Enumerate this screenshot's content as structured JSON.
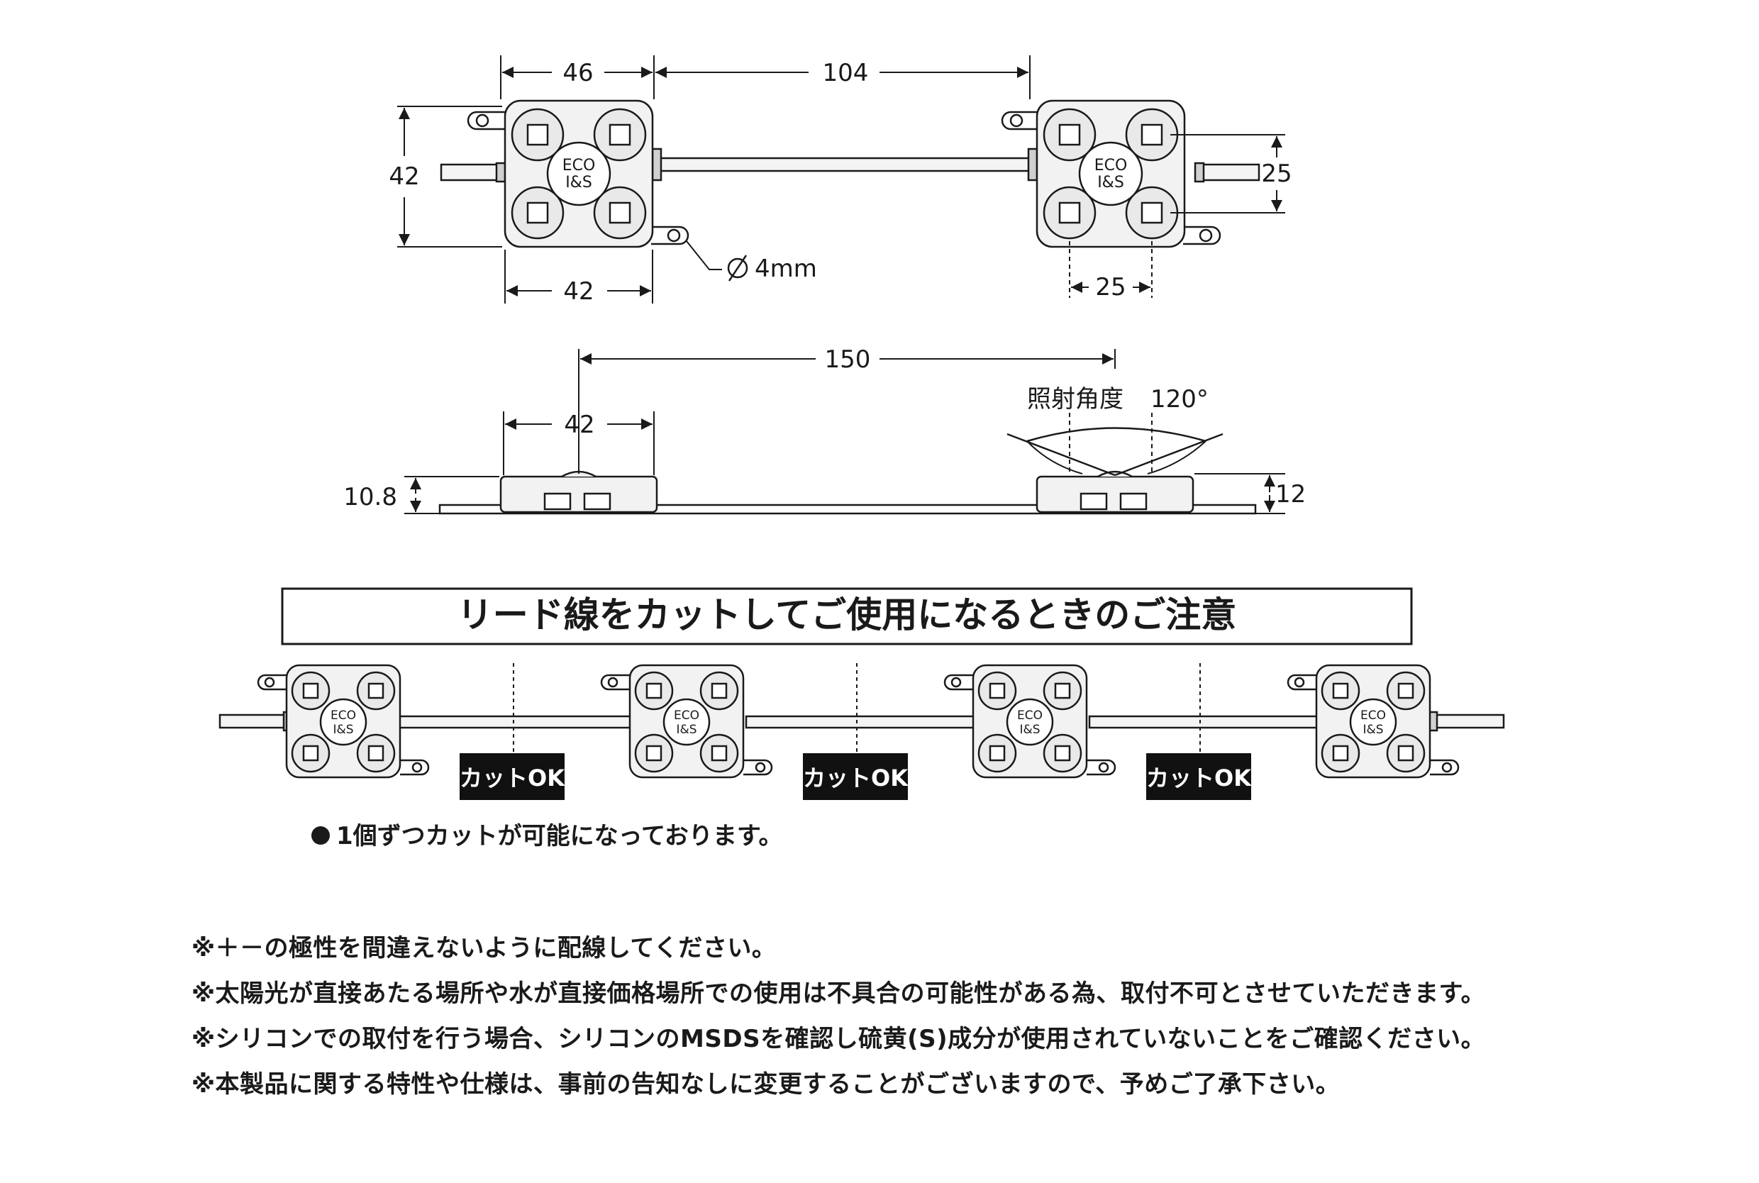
{
  "dimensions": {
    "top_width": "46",
    "top_pitch": "104",
    "top_height": "42",
    "top_bottom_width": "42",
    "hole_diameter": "4mm",
    "lens_pitch_v": "25",
    "lens_pitch_h": "25",
    "side_pitch": "150",
    "side_width": "42",
    "side_left_height": "10.8",
    "side_right_height": "12",
    "angle_label": "照射角度",
    "angle_value": "120°"
  },
  "module_label": {
    "line1": "ECO",
    "line2": "I&S"
  },
  "banner_title": "リード線をカットしてご使用になるときのご注意",
  "cut_label": "カットOK",
  "bullet_text": "1個ずつカットが可能になっております。",
  "notes": [
    "※＋－の極性を間違えないように配線してください。",
    "※太陽光が直接あたる場所や水が直接価格場所での使用は不具合の可能性がある為、取付不可とさせていただきます。",
    "※シリコンでの取付を行う場合、シリコンのMSDSを確認し硫黄(S)成分が使用されていないことをご確認ください。",
    "※本製品に関する特性や仕様は、事前の告知なしに変更することがございますので、予めご了承下さい。"
  ]
}
